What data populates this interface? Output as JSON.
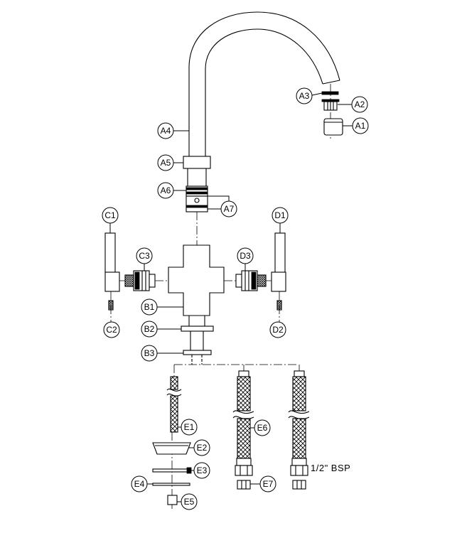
{
  "callouts": {
    "a1": "A1",
    "a2": "A2",
    "a3": "A3",
    "a4": "A4",
    "a5": "A5",
    "a6": "A6",
    "a7": "A7",
    "b1": "B1",
    "b2": "B2",
    "b3": "B3",
    "c1": "C1",
    "c2": "C2",
    "c3": "C3",
    "d1": "D1",
    "d2": "D2",
    "d3": "D3",
    "e1": "E1",
    "e2": "E2",
    "e3": "E3",
    "e4": "E4",
    "e5": "E5",
    "e6": "E6",
    "e7": "E7"
  },
  "notes": {
    "thread_size": "1/2\" BSP"
  },
  "colors": {
    "line": "#000000",
    "background": "#ffffff"
  }
}
